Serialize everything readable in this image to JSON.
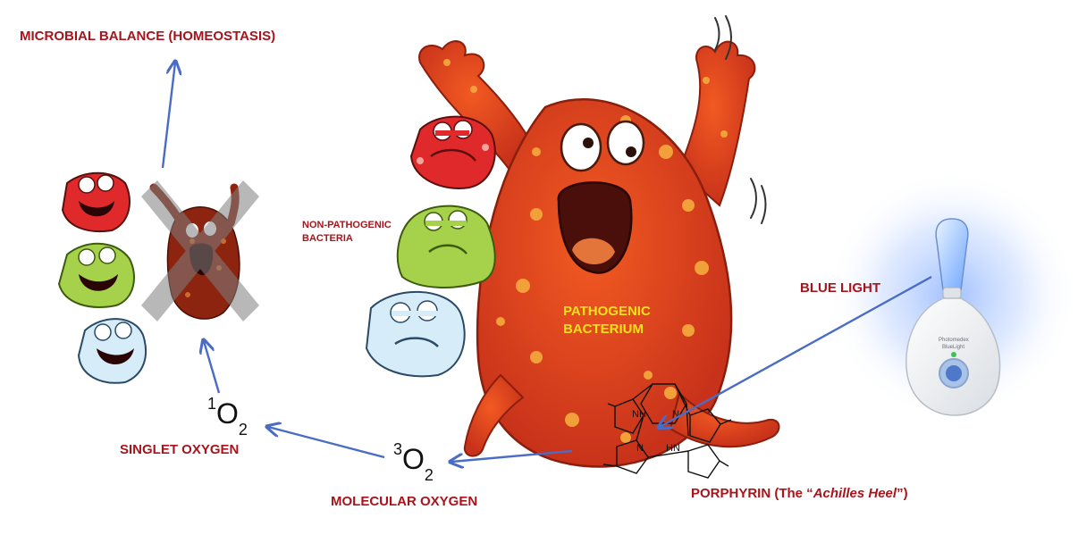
{
  "labels": {
    "microbial_balance": "MICROBIAL BALANCE (HOMEOSTASIS)",
    "non_pathogenic_line1": "NON-PATHOGENIC",
    "non_pathogenic_line2": "BACTERIA",
    "pathogenic_line1": "PATHOGENIC",
    "pathogenic_line2": "BACTERIUM",
    "blue_light": "BLUE LIGHT",
    "singlet_oxygen": "SINGLET OXYGEN",
    "molecular_oxygen": "MOLECULAR OXYGEN",
    "porphyrin_prefix": "PORPHYRIN (The “",
    "porphyrin_italic": "Achilles Heel",
    "porphyrin_suffix": "”)"
  },
  "chemistry": {
    "singlet": {
      "superscript": "1",
      "symbol": "O",
      "subscript": "2"
    },
    "triplet": {
      "superscript": "3",
      "symbol": "O",
      "subscript": "2"
    },
    "porphyrin_atoms": [
      "NH",
      "N",
      "N",
      "HN"
    ]
  },
  "device_text": [
    "Photomedex",
    "BlueLight"
  ],
  "colors": {
    "label_red": "#a8141c",
    "label_yellow": "#f7e21a",
    "arrow_blue": "#4a6cc4",
    "bacterium_orange": "#e24a1c",
    "spot_orange": "#f2a03a",
    "glow_blue": "#7ea8ff"
  }
}
